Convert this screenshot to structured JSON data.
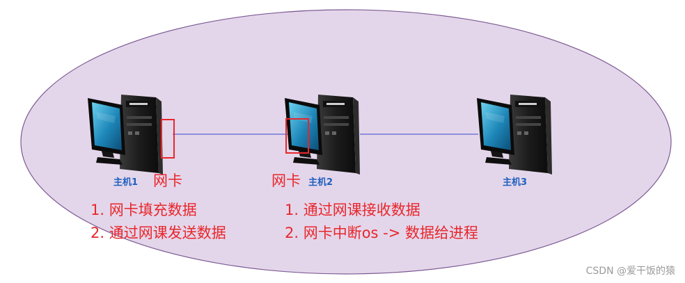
{
  "hosts": [
    {
      "name": "主机1"
    },
    {
      "name": "主机2"
    },
    {
      "name": "主机3"
    }
  ],
  "nic_label": "网卡",
  "host1_steps": [
    "1. 网卡填充数据",
    "2. 通过网课发送数据"
  ],
  "host2_steps": [
    "1. 通过网课接收数据",
    "2. 网卡中断os -> 数据给进程"
  ],
  "watermark": "CSDN @爱干饭的猿",
  "colors": {
    "network_fill": "#e4d6ea",
    "network_stroke": "#7c5a94",
    "link": "#5b63d3",
    "annotation": "#e8262b",
    "host_label": "#1f5fbf"
  }
}
